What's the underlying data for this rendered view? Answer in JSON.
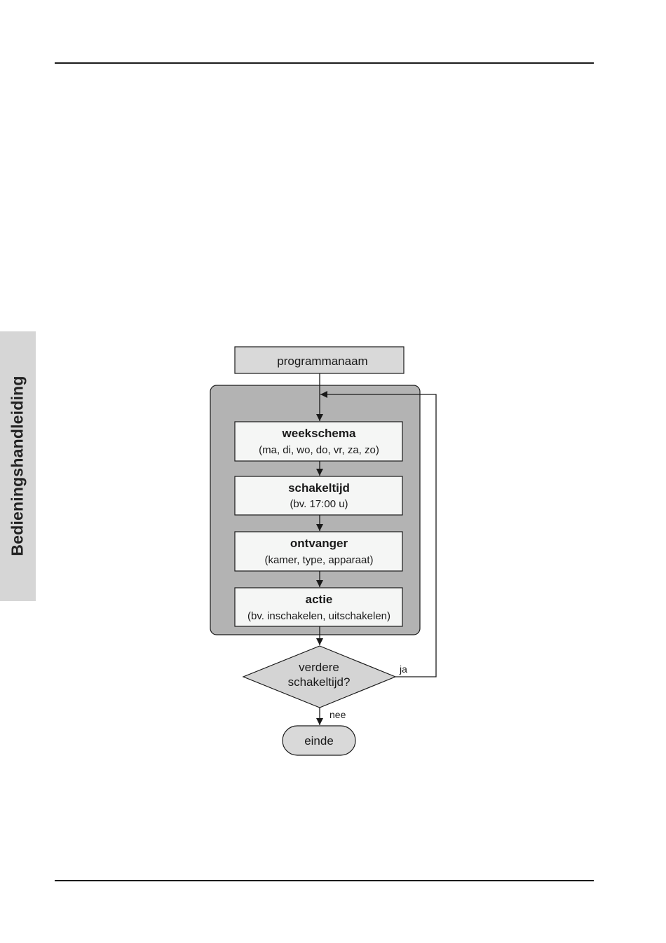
{
  "page": {
    "side_tab_label": "Bedieningshandleiding"
  },
  "flowchart": {
    "start": "programmanaam",
    "steps": [
      {
        "title": "weekschema",
        "subtitle": "(ma, di, wo, do, vr, za, zo)"
      },
      {
        "title": "schakeltijd",
        "subtitle": "(bv. 17:00 u)"
      },
      {
        "title": "ontvanger",
        "subtitle": "(kamer, type, apparaat)"
      },
      {
        "title": "actie",
        "subtitle": "(bv. inschakelen, uitschakelen)"
      }
    ],
    "decision": {
      "line1": "verdere",
      "line2": "schakeltijd?",
      "yes_label": "ja",
      "no_label": "nee"
    },
    "end": "einde"
  },
  "colors": {
    "group_fill": "#b3b3b3",
    "start_fill": "#d9d9d9",
    "step_fill": "#f5f6f5",
    "decision_fill": "#d4d4d4",
    "end_fill": "#d9d9d9",
    "side_tab_fill": "#d6d6d6",
    "line": "#1a1a1a"
  }
}
